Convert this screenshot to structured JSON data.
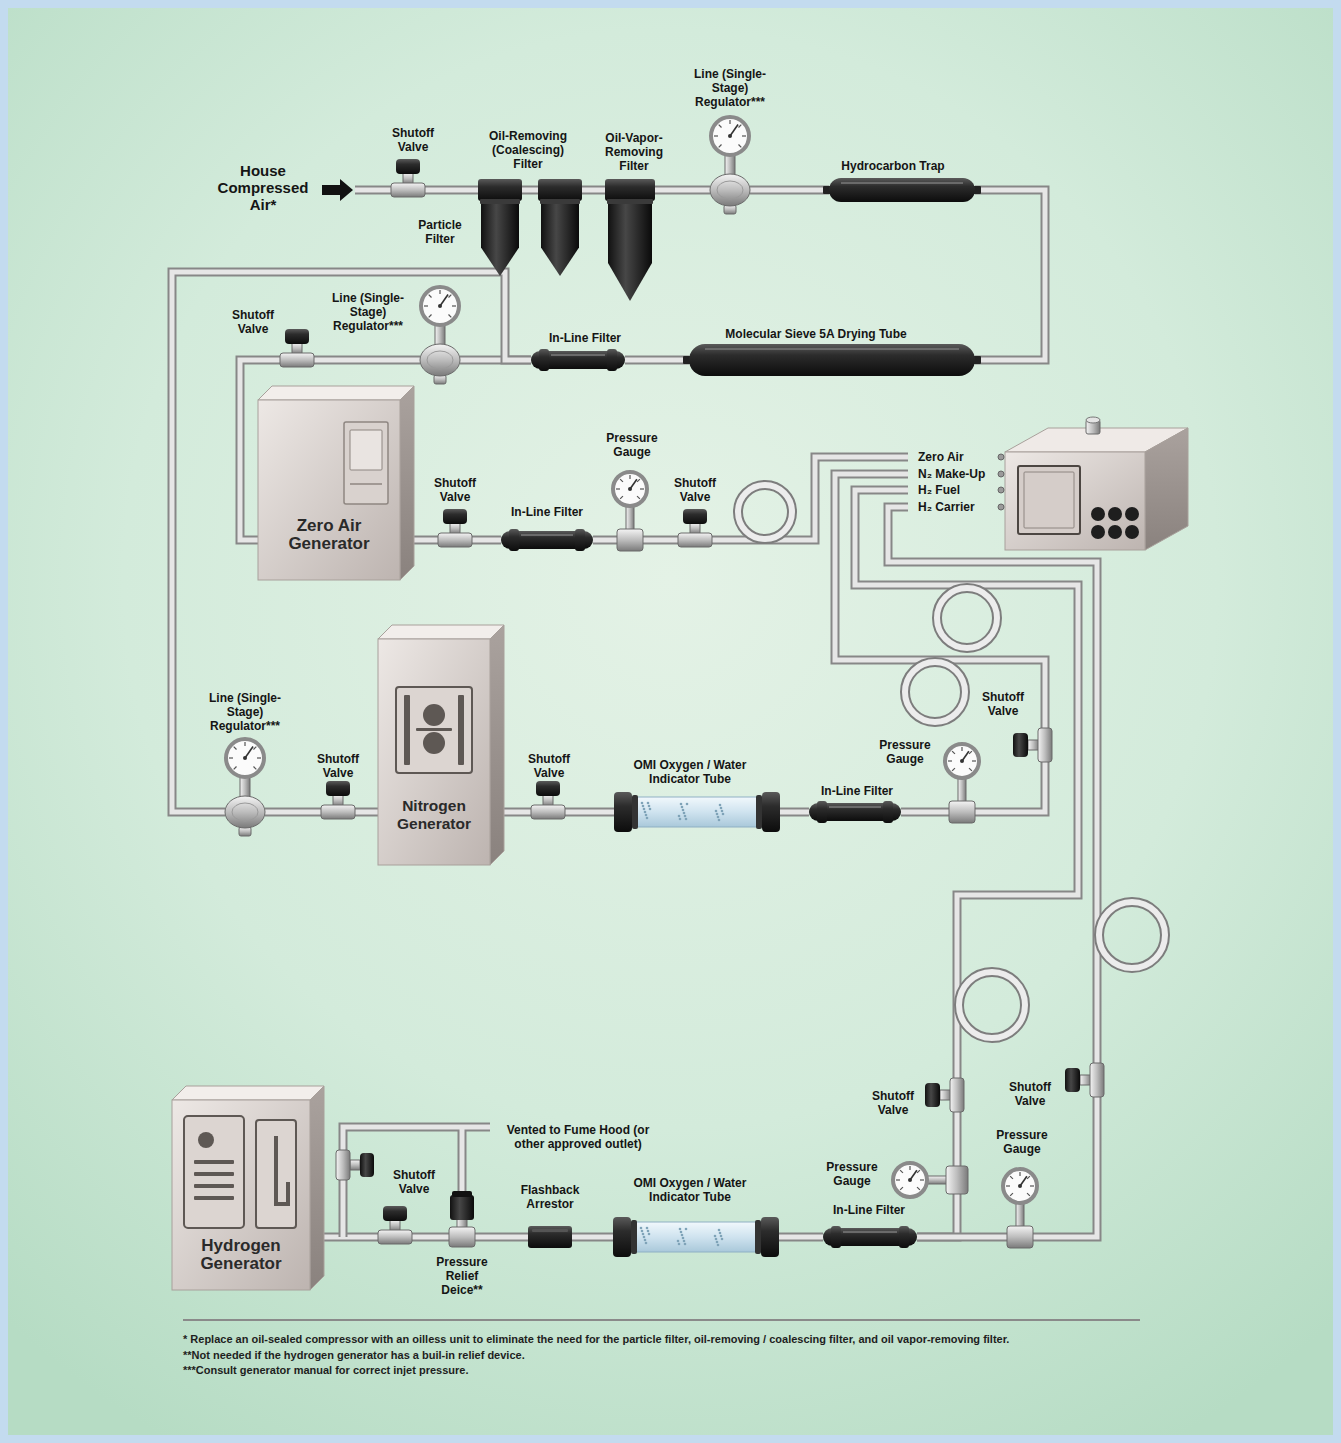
{
  "diagram": {
    "nodes": [
      {
        "text": [
          "Shutoff Valve"
        ]
      },
      {
        "text": [
          "Particle Filter"
        ]
      },
      {
        "text": [
          "Oil-Removing (Coalescing) Filter"
        ]
      },
      {
        "text": [
          "Oil-Vapor-Removing Filter"
        ]
      },
      {
        "text": [
          "Line (Single-Stage) Regulator***"
        ]
      },
      {
        "text": [
          "Hydrocarbon Trap"
        ]
      },
      {
        "text": [
          "Molecular Sieve 5A Drying Tube"
        ]
      },
      {
        "text": [
          "In-Line Filter"
        ]
      },
      {
        "text": [
          "Line (Single-Stage) Regulator***"
        ]
      },
      {
        "text": [
          "Shutoff Valve"
        ]
      },
      {
        "text": [
          "Zero Air Generator"
        ]
      },
      {
        "text": [
          "Shutoff Valve"
        ]
      },
      {
        "text": [
          "In-Line Filter"
        ]
      },
      {
        "text": [
          "Pressure Gauge"
        ]
      },
      {
        "text": [
          "Shutoff Valve"
        ]
      },
      {
        "text": [
          "Zero Air",
          "N₂ Make-Up",
          "H₂ Fuel",
          "H₂ Carrier"
        ]
      },
      {
        "text": [
          "Line (Single-Stage) Regulator***"
        ]
      },
      {
        "text": [
          "Shutoff Valve"
        ]
      },
      {
        "text": [
          "Nitrogen Generator"
        ]
      },
      {
        "text": [
          "Shutoff Valve"
        ]
      },
      {
        "text": [
          "OMI Oxygen / Water Indicator Tube"
        ]
      },
      {
        "text": [
          "In-Line Filter"
        ]
      },
      {
        "text": [
          "Pressure Gauge"
        ]
      },
      {
        "text": [
          "Shutoff Valve"
        ]
      },
      {
        "text": [
          "Hydrogen Generator"
        ]
      },
      {
        "text": [
          "Shutoff Valve"
        ]
      },
      {
        "text": [
          "Pressure Relief Deice**"
        ]
      },
      {
        "text": [
          "Flashback Arrestor"
        ]
      },
      {
        "text": [
          "OMI Oxygen / Water Indicator Tube"
        ]
      },
      {
        "text": [
          "In-Line Filter"
        ]
      },
      {
        "text": [
          "Pressure Gauge"
        ]
      },
      {
        "text": [
          "Shutoff Valve"
        ]
      },
      {
        "text": [
          "Pressure Gauge"
        ]
      },
      {
        "text": [
          "Shutoff Valve"
        ]
      }
    ],
    "edges": [
      {
        "from": 0,
        "to": 1,
        "arrow": "none"
      },
      {
        "from": 1,
        "to": 2,
        "arrow": "none"
      },
      {
        "from": 2,
        "to": 3,
        "arrow": "none"
      },
      {
        "from": 3,
        "to": 4,
        "arrow": "none"
      },
      {
        "from": 4,
        "to": 5,
        "arrow": "none"
      },
      {
        "from": 5,
        "to": 6,
        "arrow": "none"
      },
      {
        "from": 6,
        "to": 7,
        "arrow": "none"
      },
      {
        "from": 7,
        "to": 8,
        "arrow": "none"
      },
      {
        "from": 7,
        "to": 16,
        "arrow": "none"
      },
      {
        "from": 8,
        "to": 9,
        "arrow": "none"
      },
      {
        "from": 9,
        "to": 10,
        "arrow": "none"
      },
      {
        "from": 10,
        "to": 11,
        "arrow": "none"
      },
      {
        "from": 11,
        "to": 12,
        "arrow": "none"
      },
      {
        "from": 12,
        "to": 13,
        "arrow": "none"
      },
      {
        "from": 13,
        "to": 14,
        "arrow": "none"
      },
      {
        "from": 14,
        "to": 15,
        "arrow": "none"
      },
      {
        "from": 16,
        "to": 17,
        "arrow": "none"
      },
      {
        "from": 17,
        "to": 18,
        "arrow": "none"
      },
      {
        "from": 18,
        "to": 19,
        "arrow": "none"
      },
      {
        "from": 19,
        "to": 20,
        "arrow": "none"
      },
      {
        "from": 20,
        "to": 21,
        "arrow": "none"
      },
      {
        "from": 21,
        "to": 22,
        "arrow": "none"
      },
      {
        "from": 22,
        "to": 23,
        "arrow": "none"
      },
      {
        "from": 23,
        "to": 15,
        "arrow": "none"
      },
      {
        "from": 24,
        "to": 25,
        "arrow": "none"
      },
      {
        "from": 25,
        "to": 26,
        "arrow": "none"
      },
      {
        "from": 26,
        "to": 27,
        "arrow": "none"
      },
      {
        "from": 27,
        "to": 28,
        "arrow": "none"
      },
      {
        "from": 28,
        "to": 29,
        "arrow": "none"
      },
      {
        "from": 29,
        "to": 30,
        "arrow": "none"
      },
      {
        "from": 30,
        "to": 31,
        "arrow": "none"
      },
      {
        "from": 31,
        "to": 15,
        "arrow": "none"
      },
      {
        "from": 29,
        "to": 32,
        "arrow": "none"
      },
      {
        "from": 32,
        "to": 33,
        "arrow": "none"
      },
      {
        "from": 33,
        "to": 15,
        "arrow": "none"
      }
    ],
    "labels": [
      "House Compressed Air*",
      "Vented to Fume Hood (or other approved outlet)",
      "* Replace an oil-sealed compressor with an oilless unit to eliminate the need for the particle filter, oil-removing / coalescing filter, and oil vapor-removing filter.",
      "**Not needed if the hydrogen generator has a buil-in relief device.",
      "***Consult generator manual for correct injet pressure."
    ]
  }
}
